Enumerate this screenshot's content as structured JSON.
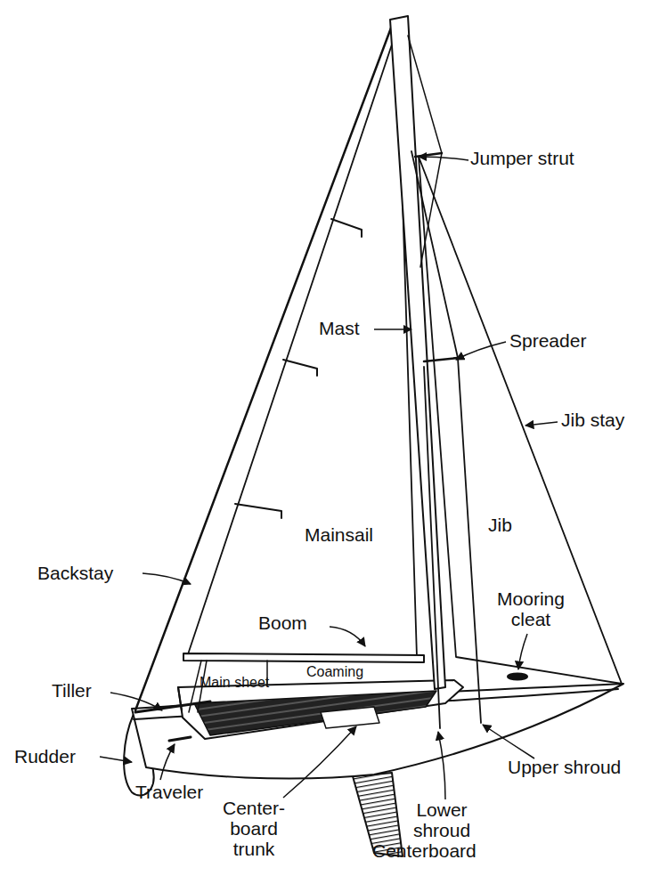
{
  "diagram": {
    "labels": [
      "Jumper strut",
      "Mast",
      "Spreader",
      "Jib stay",
      "Mainsail",
      "Jib",
      "Backstay",
      "Boom",
      "Mooring cleat",
      "Main sheet",
      "Coaming",
      "Tiller",
      "Rudder",
      "Traveler",
      "Center- board trunk",
      "Lower shroud",
      "Upper shroud",
      "Centerboard"
    ]
  }
}
